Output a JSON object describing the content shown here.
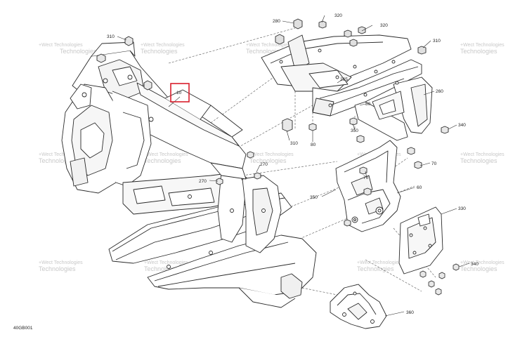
{
  "diagram": {
    "figure_id": "40GB001",
    "highlight_color": "#d81e2c",
    "line_color": "#2a2a2a",
    "callouts": [
      {
        "id": "c-310-left",
        "label": "310"
      },
      {
        "id": "c-10",
        "label": "10",
        "highlighted": true
      },
      {
        "id": "c-280",
        "label": "280"
      },
      {
        "id": "c-320-top",
        "label": "320"
      },
      {
        "id": "c-320-right",
        "label": "320"
      },
      {
        "id": "c-310-right",
        "label": "310"
      },
      {
        "id": "c-265",
        "label": "265"
      },
      {
        "id": "c-260",
        "label": "260"
      },
      {
        "id": "c-80-upper",
        "label": "80"
      },
      {
        "id": "c-350-upper",
        "label": "350"
      },
      {
        "id": "c-340",
        "label": "340"
      },
      {
        "id": "c-310-mid",
        "label": "310"
      },
      {
        "id": "c-80-lower",
        "label": "80"
      },
      {
        "id": "c-270-upper",
        "label": "270"
      },
      {
        "id": "c-270-lower",
        "label": "270"
      },
      {
        "id": "c-70-upper",
        "label": "70"
      },
      {
        "id": "c-70-right",
        "label": "70"
      },
      {
        "id": "c-60",
        "label": "60"
      },
      {
        "id": "c-350-lower",
        "label": "350"
      },
      {
        "id": "c-330",
        "label": "330"
      },
      {
        "id": "c-340-lower",
        "label": "340"
      },
      {
        "id": "c-360",
        "label": "360"
      }
    ],
    "watermarks": [
      {
        "line1": "+Wect Technologies",
        "line2": "Technologies"
      }
    ]
  }
}
